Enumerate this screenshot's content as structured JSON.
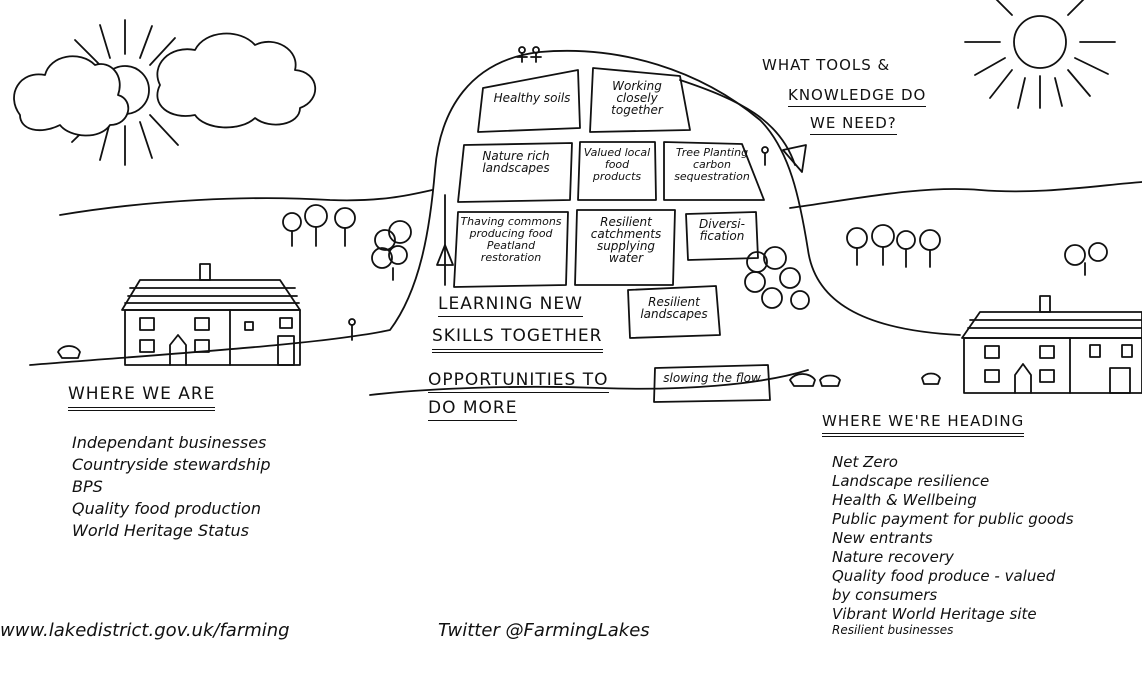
{
  "hill_boxes": [
    {
      "id": "healthy-soils",
      "text": "Healthy soils"
    },
    {
      "id": "working-closely",
      "text": "Working closely together"
    },
    {
      "id": "nature-rich",
      "text": "Nature rich landscapes"
    },
    {
      "id": "valued-local-food",
      "text": "Valued local food products"
    },
    {
      "id": "tree-planting",
      "text": "Tree Planting carbon sequestration"
    },
    {
      "id": "thriving-commons",
      "text": "Thaving commons producing food Peatland restoration"
    },
    {
      "id": "resilient-catchments",
      "text": "Resilient catchments supplying water"
    },
    {
      "id": "diversification",
      "text": "Diversi-fication"
    },
    {
      "id": "resilient-landscapes",
      "text": "Resilient landscapes"
    },
    {
      "id": "slowing-flow",
      "text": "slowing the flow"
    }
  ],
  "learning": {
    "line1": "LEARNING NEW",
    "line2": "SKILLS TOGETHER"
  },
  "opportunities": {
    "line1": "OPPORTUNITIES TO",
    "line2": "DO MORE"
  },
  "tools_question": {
    "line1": "WHAT TOOLS &",
    "line2": "KNOWLEDGE DO",
    "line3": "WE NEED?"
  },
  "where_we_are": {
    "heading": "WHERE WE ARE",
    "items": [
      "Independant businesses",
      "Countryside stewardship",
      "BPS",
      "Quality food production",
      "World Heritage Status"
    ]
  },
  "where_heading": {
    "heading": "WHERE WE'RE HEADING",
    "items": [
      "Net Zero",
      "Landscape resilience",
      "Health & Wellbeing",
      "Public payment for public goods",
      "New entrants",
      "Nature recovery",
      "Quality food produce - valued",
      "by consumers",
      "Vibrant World Heritage site",
      "Resilient businesses"
    ]
  },
  "footer": {
    "website": "www.lakedistrict.gov.uk/farming",
    "twitter": "Twitter @FarmingLakes"
  }
}
